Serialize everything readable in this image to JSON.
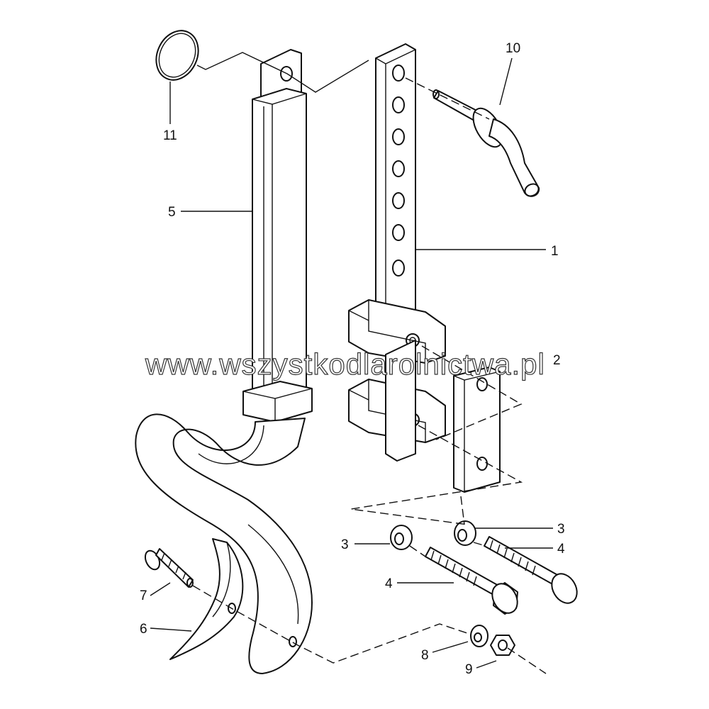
{
  "diagram": {
    "watermark": "www.wszystkodlarolnictwa.pl",
    "callouts": [
      {
        "id": "1",
        "text": "1"
      },
      {
        "id": "2",
        "text": "2"
      },
      {
        "id": "3a",
        "text": "3"
      },
      {
        "id": "3b",
        "text": "3"
      },
      {
        "id": "4a",
        "text": "4"
      },
      {
        "id": "4b",
        "text": "4"
      },
      {
        "id": "5",
        "text": "5"
      },
      {
        "id": "6",
        "text": "6"
      },
      {
        "id": "7",
        "text": "7"
      },
      {
        "id": "8",
        "text": "8"
      },
      {
        "id": "9",
        "text": "9"
      },
      {
        "id": "10",
        "text": "10"
      },
      {
        "id": "11",
        "text": "11"
      }
    ]
  }
}
